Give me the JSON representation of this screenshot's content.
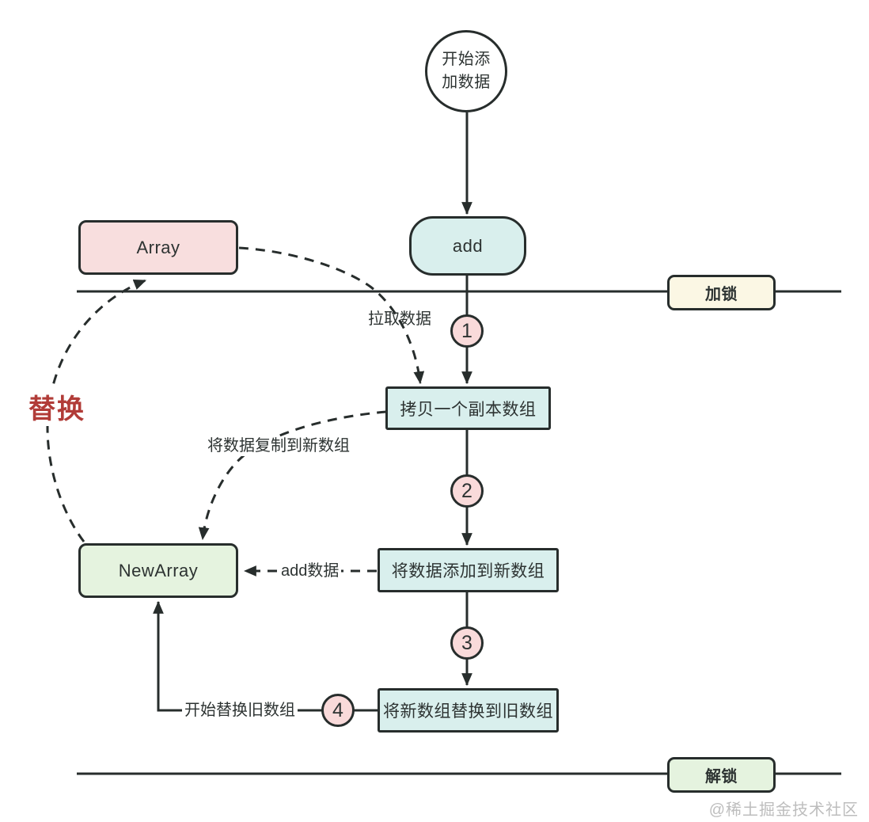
{
  "diagram": {
    "nodes": {
      "start": {
        "label": "开始添加数据"
      },
      "add": {
        "label": "add"
      },
      "copy_array": {
        "label": "拷贝一个副本数组"
      },
      "add_to_new": {
        "label": "将数据添加到新数组"
      },
      "replace_to_old": {
        "label": "将新数组替换到旧数组"
      },
      "array": {
        "label": "Array"
      },
      "new_array": {
        "label": "NewArray"
      },
      "lock": {
        "label": "加锁"
      },
      "unlock": {
        "label": "解锁"
      }
    },
    "step_badges": {
      "s1": "1",
      "s2": "2",
      "s3": "3",
      "s4": "4"
    },
    "edge_labels": {
      "pull_data": "拉取数据",
      "copy_to_new_array": "将数据复制到新数组",
      "add_data": "add数据",
      "replace": "替换",
      "start_replace_old_array": "开始替换旧数组"
    },
    "watermark": "@稀土掘金技术社区",
    "colors": {
      "stroke": "#272d2c",
      "text": "#2d3332",
      "cyan_fill": "#d9efed",
      "pink_fill": "#f8dede",
      "green_fill": "#e5f3df",
      "cream_fill": "#fbf7e4",
      "badge_fill": "#f9dada",
      "replace_text": "#b13c38",
      "watermark": "#bdbdbd"
    }
  }
}
